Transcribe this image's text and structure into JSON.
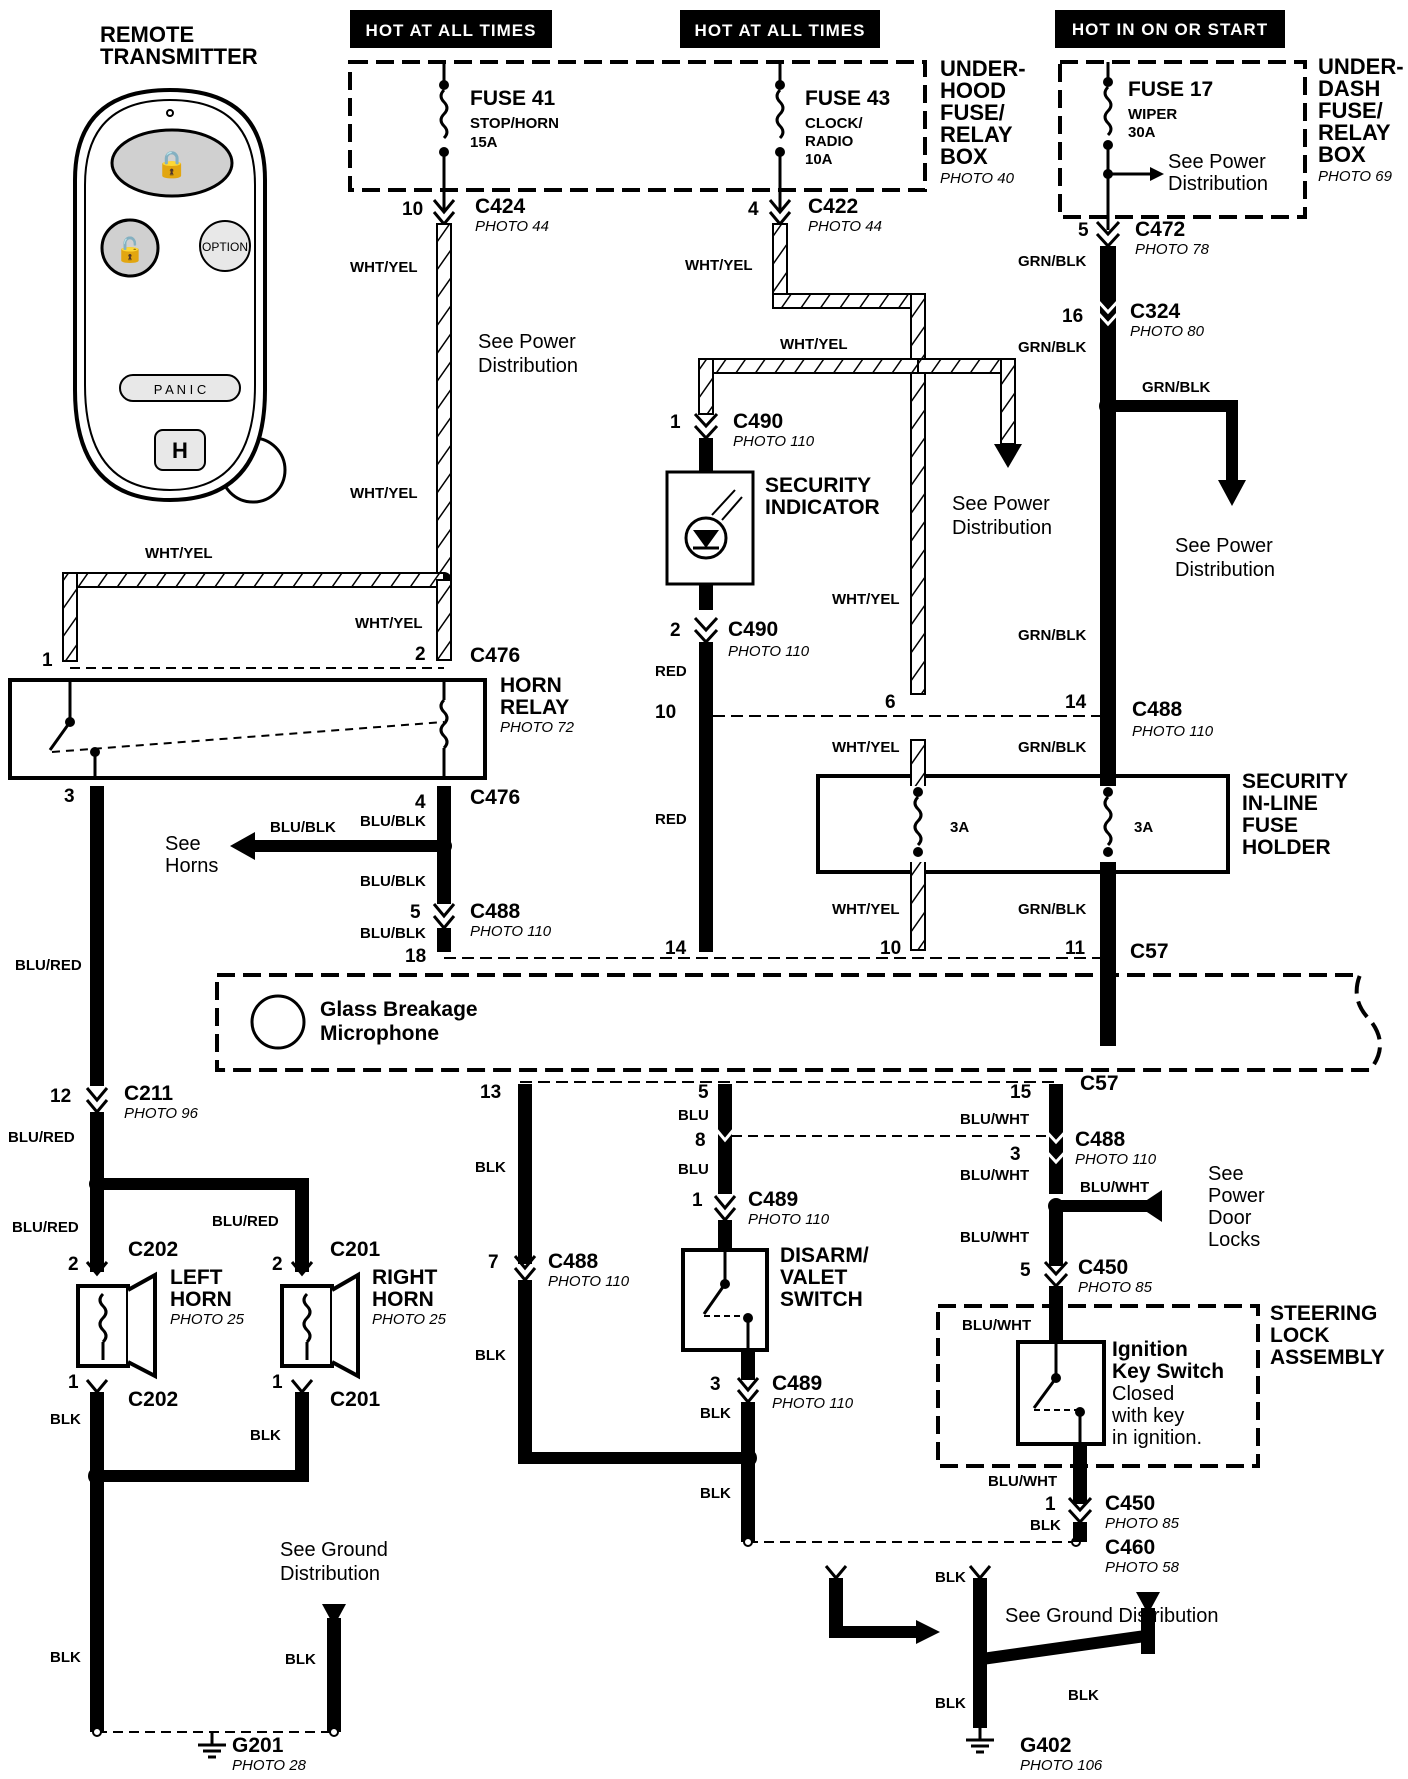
{
  "headers": {
    "h1": "HOT AT ALL TIMES",
    "h2": "HOT AT ALL TIMES",
    "h3": "HOT IN ON OR START"
  },
  "remote": {
    "title1": "REMOTE",
    "title2": "TRANSMITTER",
    "option": "OPTION",
    "panic": "P A N I C"
  },
  "underhood": {
    "l1": "UNDER-",
    "l2": "HOOD",
    "l3": "FUSE/",
    "l4": "RELAY",
    "l5": "BOX",
    "photo": "PHOTO 40"
  },
  "underdash": {
    "l1": "UNDER-",
    "l2": "DASH",
    "l3": "FUSE/",
    "l4": "RELAY",
    "l5": "BOX",
    "photo": "PHOTO 69"
  },
  "fuses": {
    "f41": {
      "name": "FUSE 41",
      "desc1": "STOP/HORN",
      "desc2": "15A"
    },
    "f43": {
      "name": "FUSE 43",
      "desc1": "CLOCK/",
      "desc2": "RADIO",
      "desc3": "10A"
    },
    "f17": {
      "name": "FUSE 17",
      "desc1": "WIPER",
      "desc2": "30A"
    }
  },
  "connectors": {
    "c424": {
      "name": "C424",
      "photo": "PHOTO 44",
      "pin": "10"
    },
    "c422": {
      "name": "C422",
      "photo": "PHOTO 44",
      "pin": "4"
    },
    "c472": {
      "name": "C472",
      "photo": "PHOTO 78",
      "pin": "5"
    },
    "c324": {
      "name": "C324",
      "photo": "PHOTO 80",
      "pin": "16"
    },
    "c490a": {
      "name": "C490",
      "photo": "PHOTO 110",
      "pin": "1"
    },
    "c490b": {
      "name": "C490",
      "photo": "PHOTO 110",
      "pin": "2"
    },
    "c476a": {
      "name": "C476",
      "pin1": "1",
      "pin2": "2"
    },
    "c476b": {
      "name": "C476",
      "pin3": "3",
      "pin4": "4"
    },
    "c488a": {
      "name": "C488",
      "photo": "PHOTO 110",
      "pin": "14"
    },
    "c488b": {
      "name": "C488",
      "photo": "PHOTO 110",
      "pin5": "5",
      "pin18": "18"
    },
    "c57a": {
      "name": "C57",
      "pin14": "14",
      "pin10": "10",
      "pin11": "11"
    },
    "c57b": {
      "name": "C57",
      "pin13": "13",
      "pin5": "5",
      "pin15": "15"
    },
    "c211": {
      "name": "C211",
      "photo": "PHOTO 96",
      "pin": "12"
    },
    "c202a": {
      "name": "C202",
      "pin": "2"
    },
    "c202b": {
      "name": "C202",
      "pin": "1"
    },
    "c201a": {
      "name": "C201",
      "pin": "2"
    },
    "c201b": {
      "name": "C201",
      "pin": "1"
    },
    "c488c": {
      "name": "C488",
      "photo": "PHOTO 110",
      "pin7": "7"
    },
    "c488d": {
      "name": "C488",
      "photo": "PHOTO 110",
      "pin8": "8",
      "pin3": "3"
    },
    "c489a": {
      "name": "C489",
      "photo": "PHOTO 110",
      "pin": "1"
    },
    "c489b": {
      "name": "C489",
      "photo": "PHOTO 110",
      "pin": "3"
    },
    "c450a": {
      "name": "C450",
      "photo": "PHOTO 85",
      "pin": "5"
    },
    "c450b": {
      "name": "C450",
      "photo": "PHOTO 85",
      "pin": "1"
    },
    "c460": {
      "name": "C460",
      "photo": "PHOTO 58"
    },
    "g201": {
      "name": "G201",
      "photo": "PHOTO 28"
    },
    "g402": {
      "name": "G402",
      "photo": "PHOTO 106"
    },
    "pin10red": "10",
    "pin6": "6"
  },
  "wires": {
    "whtyel": "WHT/YEL",
    "grnblk": "GRN/BLK",
    "red": "RED",
    "blublk": "BLU/BLK",
    "blured": "BLU/RED",
    "blk": "BLK",
    "blu": "BLU",
    "bluwht": "BLU/WHT"
  },
  "components": {
    "horn_relay": {
      "l1": "HORN",
      "l2": "RELAY",
      "photo": "PHOTO 72"
    },
    "security_indicator": {
      "l1": "SECURITY",
      "l2": "INDICATOR"
    },
    "inline_fuse": {
      "l1": "SECURITY",
      "l2": "IN-LINE",
      "l3": "FUSE",
      "l4": "HOLDER",
      "f1": "3A",
      "f2": "3A"
    },
    "glass": {
      "l1": "Glass Breakage",
      "l2": "Microphone"
    },
    "left_horn": {
      "l1": "LEFT",
      "l2": "HORN",
      "photo": "PHOTO 25"
    },
    "right_horn": {
      "l1": "RIGHT",
      "l2": "HORN",
      "photo": "PHOTO 25"
    },
    "disarm": {
      "l1": "DISARM/",
      "l2": "VALET",
      "l3": "SWITCH"
    },
    "steering": {
      "l1": "STEERING",
      "l2": "LOCK",
      "l3": "ASSEMBLY"
    },
    "ignition": {
      "l1": "Ignition",
      "l2": "Key Switch",
      "l3": "Closed",
      "l4": "with key",
      "l5": "in ignition."
    }
  },
  "notes": {
    "see_power": "See Power",
    "distribution": "Distribution",
    "see_power_c1": "See",
    "see_power_c2": "Power",
    "door": "Door",
    "locks": "Locks",
    "see": "See",
    "horns": "Horns",
    "see_ground": "See Ground",
    "see_ground_dist": "See Ground Distribution"
  }
}
